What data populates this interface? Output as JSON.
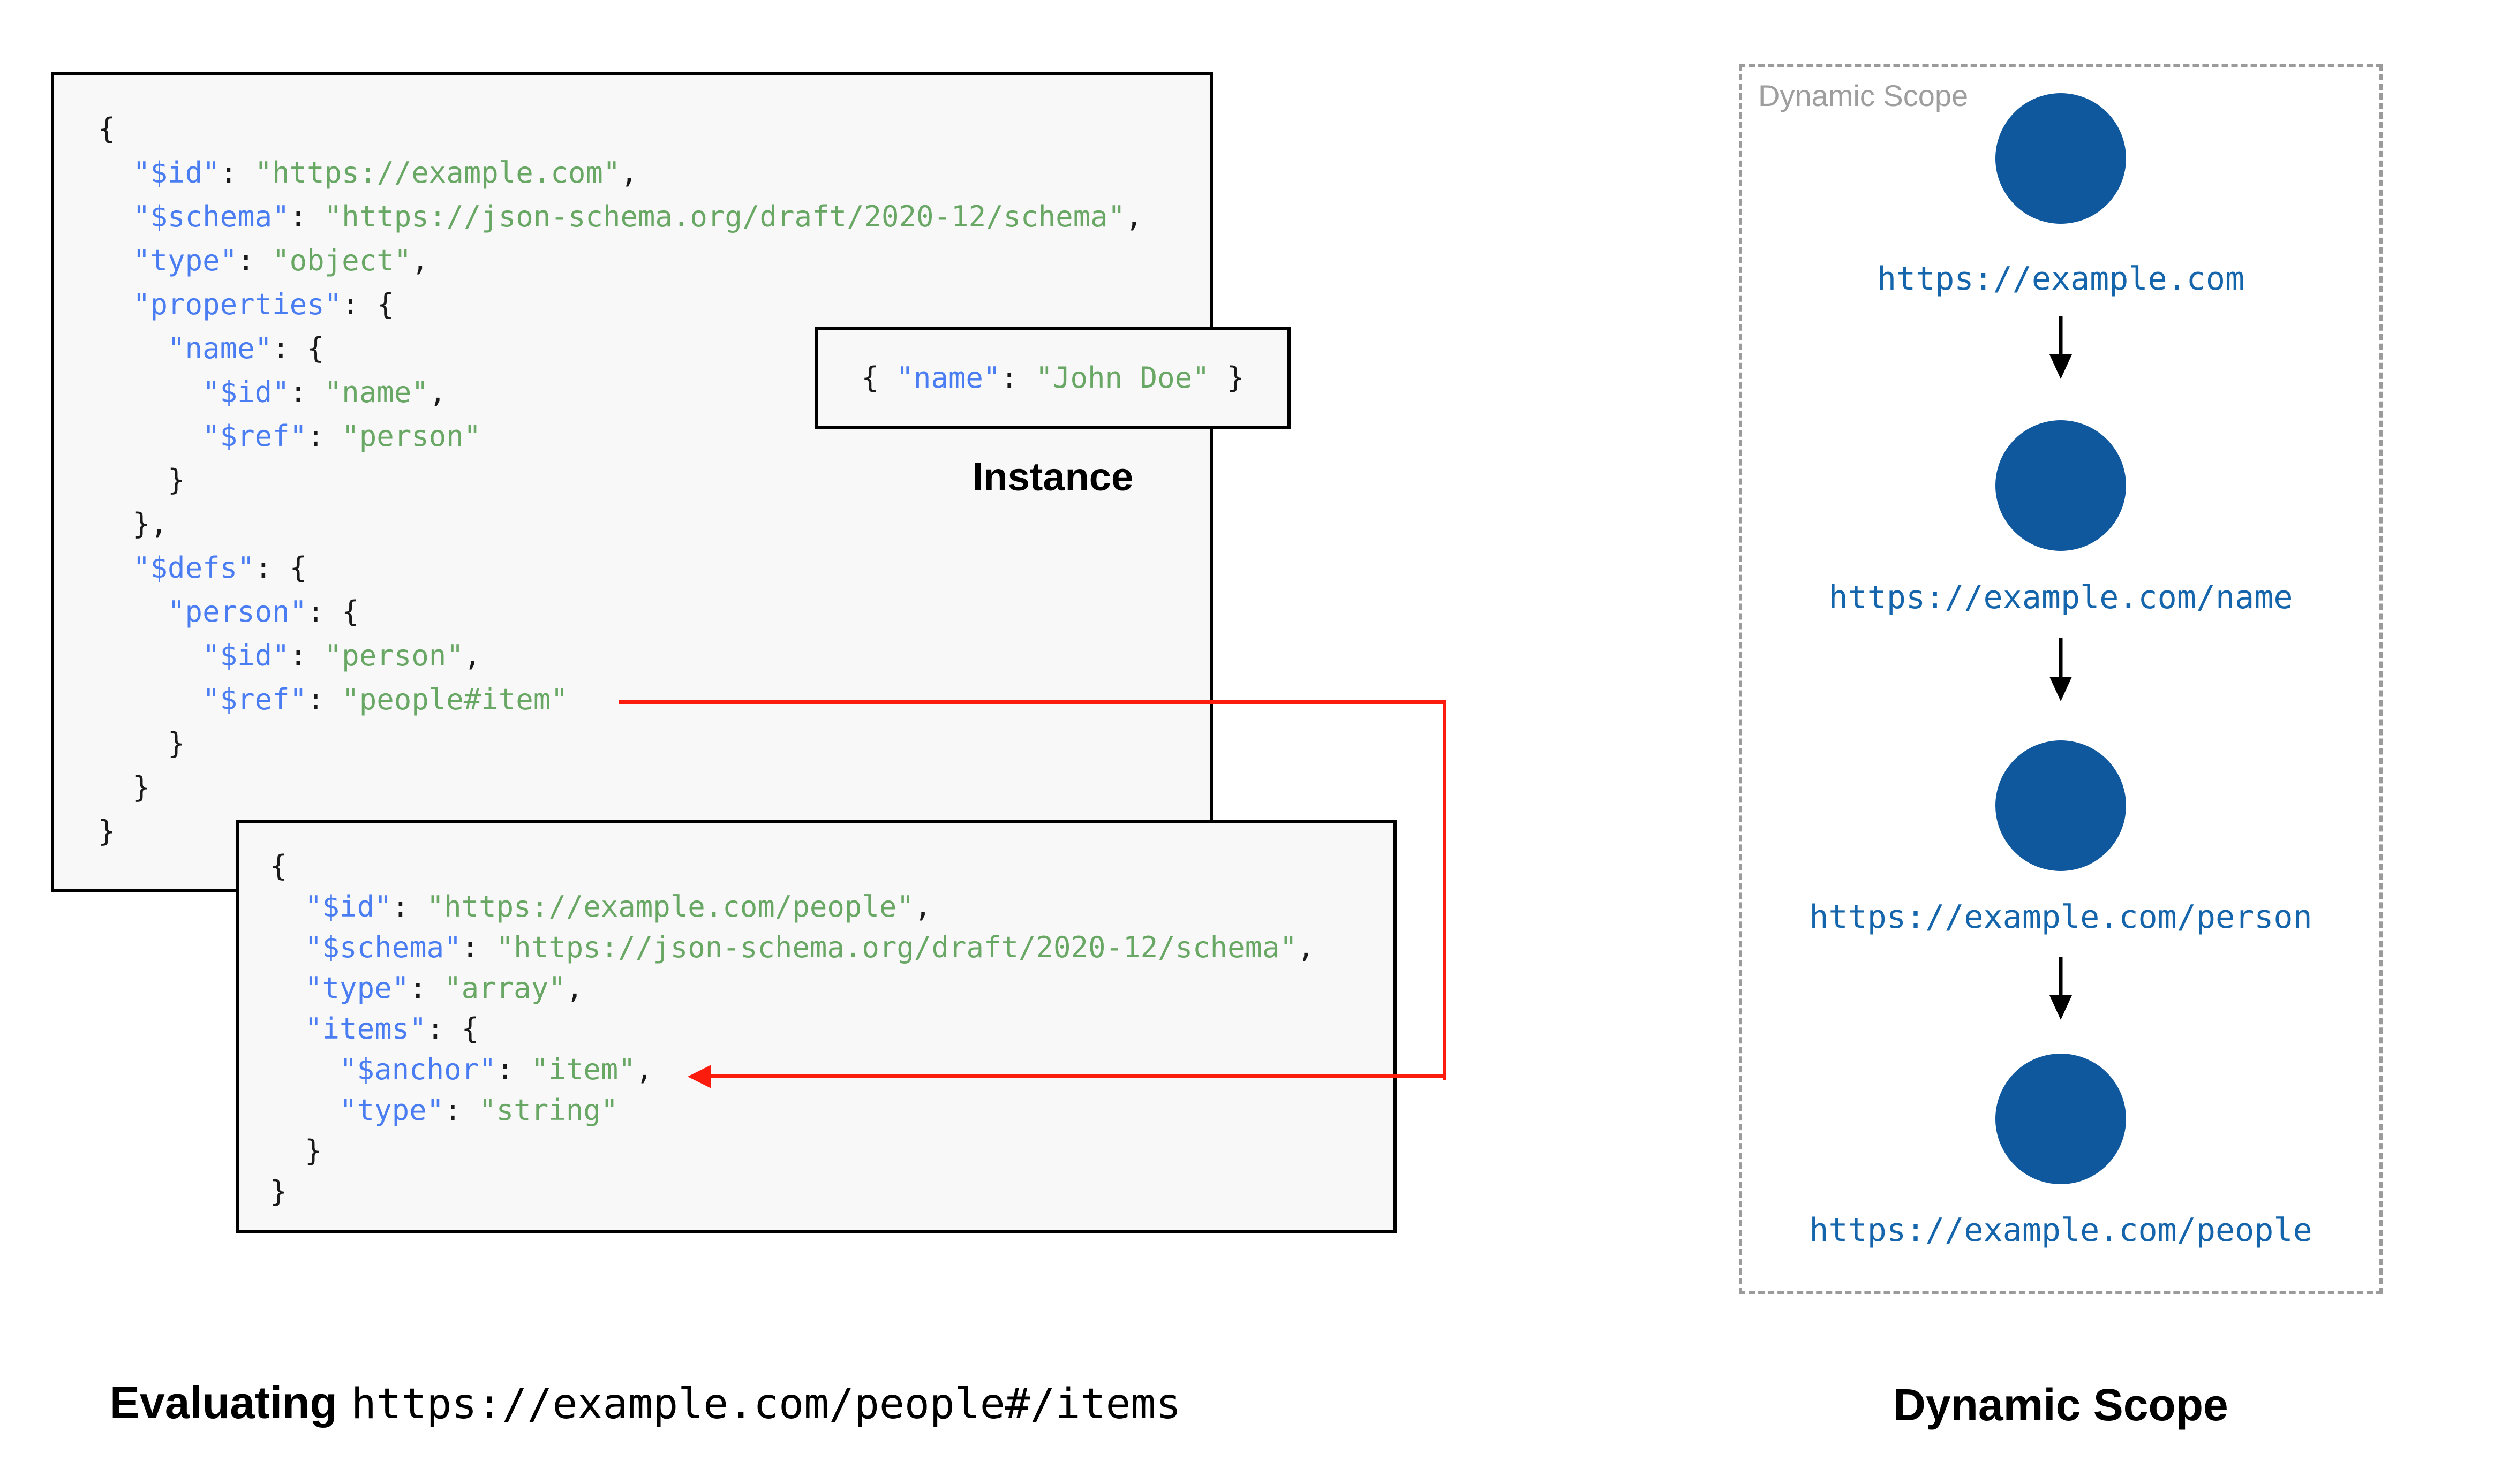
{
  "palette": {
    "key_blue": "#4a7df2",
    "string_green": "#69a765",
    "punct_black": "#1a1a1a",
    "node_blue": "#10589e",
    "url_blue": "#1465ab",
    "arrow_red": "#fb1c0d",
    "border_black": "#000000",
    "box_fill": "#f8f8f8",
    "dash_gray": "#9b9b9b",
    "label_gray": "#9e9e9e"
  },
  "schema_box": {
    "lines": [
      [
        [
          "p",
          "{"
        ]
      ],
      [
        [
          "p",
          "  "
        ],
        [
          "k",
          "\"$id\""
        ],
        [
          "p",
          ": "
        ],
        [
          "s",
          "\"https://example.com\""
        ],
        [
          "p",
          ","
        ]
      ],
      [
        [
          "p",
          "  "
        ],
        [
          "k",
          "\"$schema\""
        ],
        [
          "p",
          ": "
        ],
        [
          "s",
          "\"https://json-schema.org/draft/2020-12/schema\""
        ],
        [
          "p",
          ","
        ]
      ],
      [
        [
          "p",
          "  "
        ],
        [
          "k",
          "\"type\""
        ],
        [
          "p",
          ": "
        ],
        [
          "s",
          "\"object\""
        ],
        [
          "p",
          ","
        ]
      ],
      [
        [
          "p",
          "  "
        ],
        [
          "k",
          "\"properties\""
        ],
        [
          "p",
          ": {"
        ]
      ],
      [
        [
          "p",
          "    "
        ],
        [
          "k",
          "\"name\""
        ],
        [
          "p",
          ": {"
        ]
      ],
      [
        [
          "p",
          "      "
        ],
        [
          "k",
          "\"$id\""
        ],
        [
          "p",
          ": "
        ],
        [
          "s",
          "\"name\""
        ],
        [
          "p",
          ","
        ]
      ],
      [
        [
          "p",
          "      "
        ],
        [
          "k",
          "\"$ref\""
        ],
        [
          "p",
          ": "
        ],
        [
          "s",
          "\"person\""
        ]
      ],
      [
        [
          "p",
          "    }"
        ]
      ],
      [
        [
          "p",
          "  },"
        ]
      ],
      [
        [
          "p",
          "  "
        ],
        [
          "k",
          "\"$defs\""
        ],
        [
          "p",
          ": {"
        ]
      ],
      [
        [
          "p",
          "    "
        ],
        [
          "k",
          "\"person\""
        ],
        [
          "p",
          ": {"
        ]
      ],
      [
        [
          "p",
          "      "
        ],
        [
          "k",
          "\"$id\""
        ],
        [
          "p",
          ": "
        ],
        [
          "s",
          "\"person\""
        ],
        [
          "p",
          ","
        ]
      ],
      [
        [
          "p",
          "      "
        ],
        [
          "k",
          "\"$ref\""
        ],
        [
          "p",
          ": "
        ],
        [
          "s",
          "\"people#item\""
        ]
      ],
      [
        [
          "p",
          "    }"
        ]
      ],
      [
        [
          "p",
          "  }"
        ]
      ],
      [
        [
          "p",
          "}"
        ]
      ]
    ]
  },
  "people_box": {
    "lines": [
      [
        [
          "p",
          "{"
        ]
      ],
      [
        [
          "p",
          "  "
        ],
        [
          "k",
          "\"$id\""
        ],
        [
          "p",
          ": "
        ],
        [
          "s",
          "\"https://example.com/people\""
        ],
        [
          "p",
          ","
        ]
      ],
      [
        [
          "p",
          "  "
        ],
        [
          "k",
          "\"$schema\""
        ],
        [
          "p",
          ": "
        ],
        [
          "s",
          "\"https://json-schema.org/draft/2020-12/schema\""
        ],
        [
          "p",
          ","
        ]
      ],
      [
        [
          "p",
          "  "
        ],
        [
          "k",
          "\"type\""
        ],
        [
          "p",
          ": "
        ],
        [
          "s",
          "\"array\""
        ],
        [
          "p",
          ","
        ]
      ],
      [
        [
          "p",
          "  "
        ],
        [
          "k",
          "\"items\""
        ],
        [
          "p",
          ": {"
        ]
      ],
      [
        [
          "p",
          "    "
        ],
        [
          "k",
          "\"$anchor\""
        ],
        [
          "p",
          ": "
        ],
        [
          "s",
          "\"item\""
        ],
        [
          "p",
          ","
        ]
      ],
      [
        [
          "p",
          "    "
        ],
        [
          "k",
          "\"type\""
        ],
        [
          "p",
          ": "
        ],
        [
          "s",
          "\"string\""
        ]
      ],
      [
        [
          "p",
          "  }"
        ]
      ],
      [
        [
          "p",
          "}"
        ]
      ]
    ]
  },
  "instance_box": {
    "lines": [
      [
        [
          "p",
          "{ "
        ],
        [
          "k",
          "\"name\""
        ],
        [
          "p",
          ": "
        ],
        [
          "s",
          "\"John Doe\""
        ],
        [
          "p",
          " }"
        ]
      ]
    ],
    "label": "Instance"
  },
  "dynamic_scope": {
    "panel_label": "Dynamic Scope",
    "caption": "Dynamic Scope",
    "nodes": [
      {
        "url": "https://example.com"
      },
      {
        "url": "https://example.com/name"
      },
      {
        "url": "https://example.com/person"
      },
      {
        "url": "https://example.com/people"
      }
    ]
  },
  "caption": {
    "bold_text": "Evaluating",
    "code_text": "https://example.com/people#/items"
  }
}
